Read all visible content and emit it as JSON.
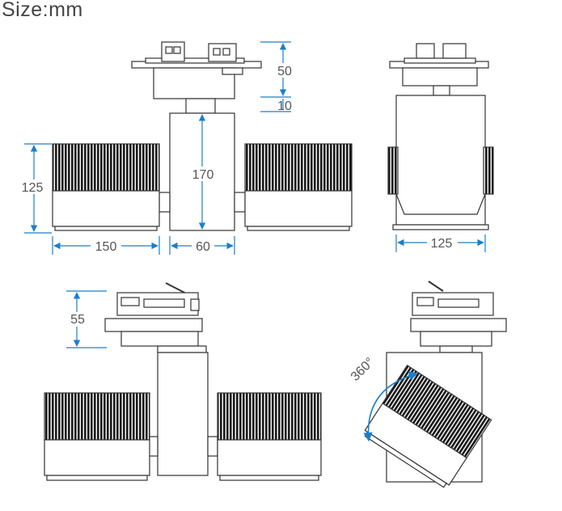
{
  "title": "Size:mm",
  "dimensions": {
    "driver_height": "50",
    "adapter_height": "10",
    "lamp_height": "125",
    "body_height": "170",
    "lamp_width": "150",
    "body_width": "60",
    "side_width": "125",
    "adapter_depth": "55",
    "rotation": "360°"
  },
  "colors": {
    "line": "#333333",
    "dim_arrow": "#1a7fc9",
    "fins": "#1a1a1a"
  }
}
